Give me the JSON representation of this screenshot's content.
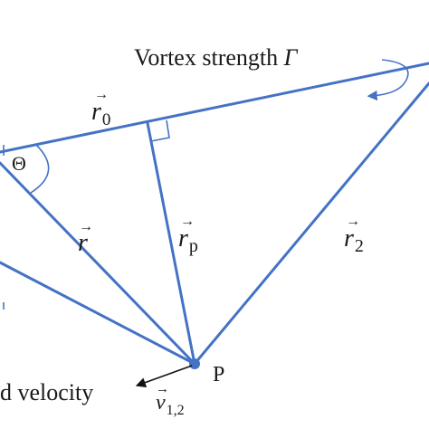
{
  "colors": {
    "line": "#4472c4",
    "text": "#1a1a1a",
    "arrow": "#111111"
  },
  "labels": {
    "vortex_text": "Vortex strength ",
    "gamma": "Γ",
    "r0": "r",
    "r0_sub": "0",
    "r": "r",
    "rp": "r",
    "rp_sub": "p",
    "r2": "r",
    "r2_sub": "2",
    "theta": "Θ",
    "point": "P",
    "velocity_text": "d velocity",
    "v": "v",
    "v_sub": "1,2",
    "vec_mark": "→"
  },
  "icons": [
    "rotation-arrow-icon",
    "right-angle-icon",
    "velocity-arrow-icon"
  ]
}
